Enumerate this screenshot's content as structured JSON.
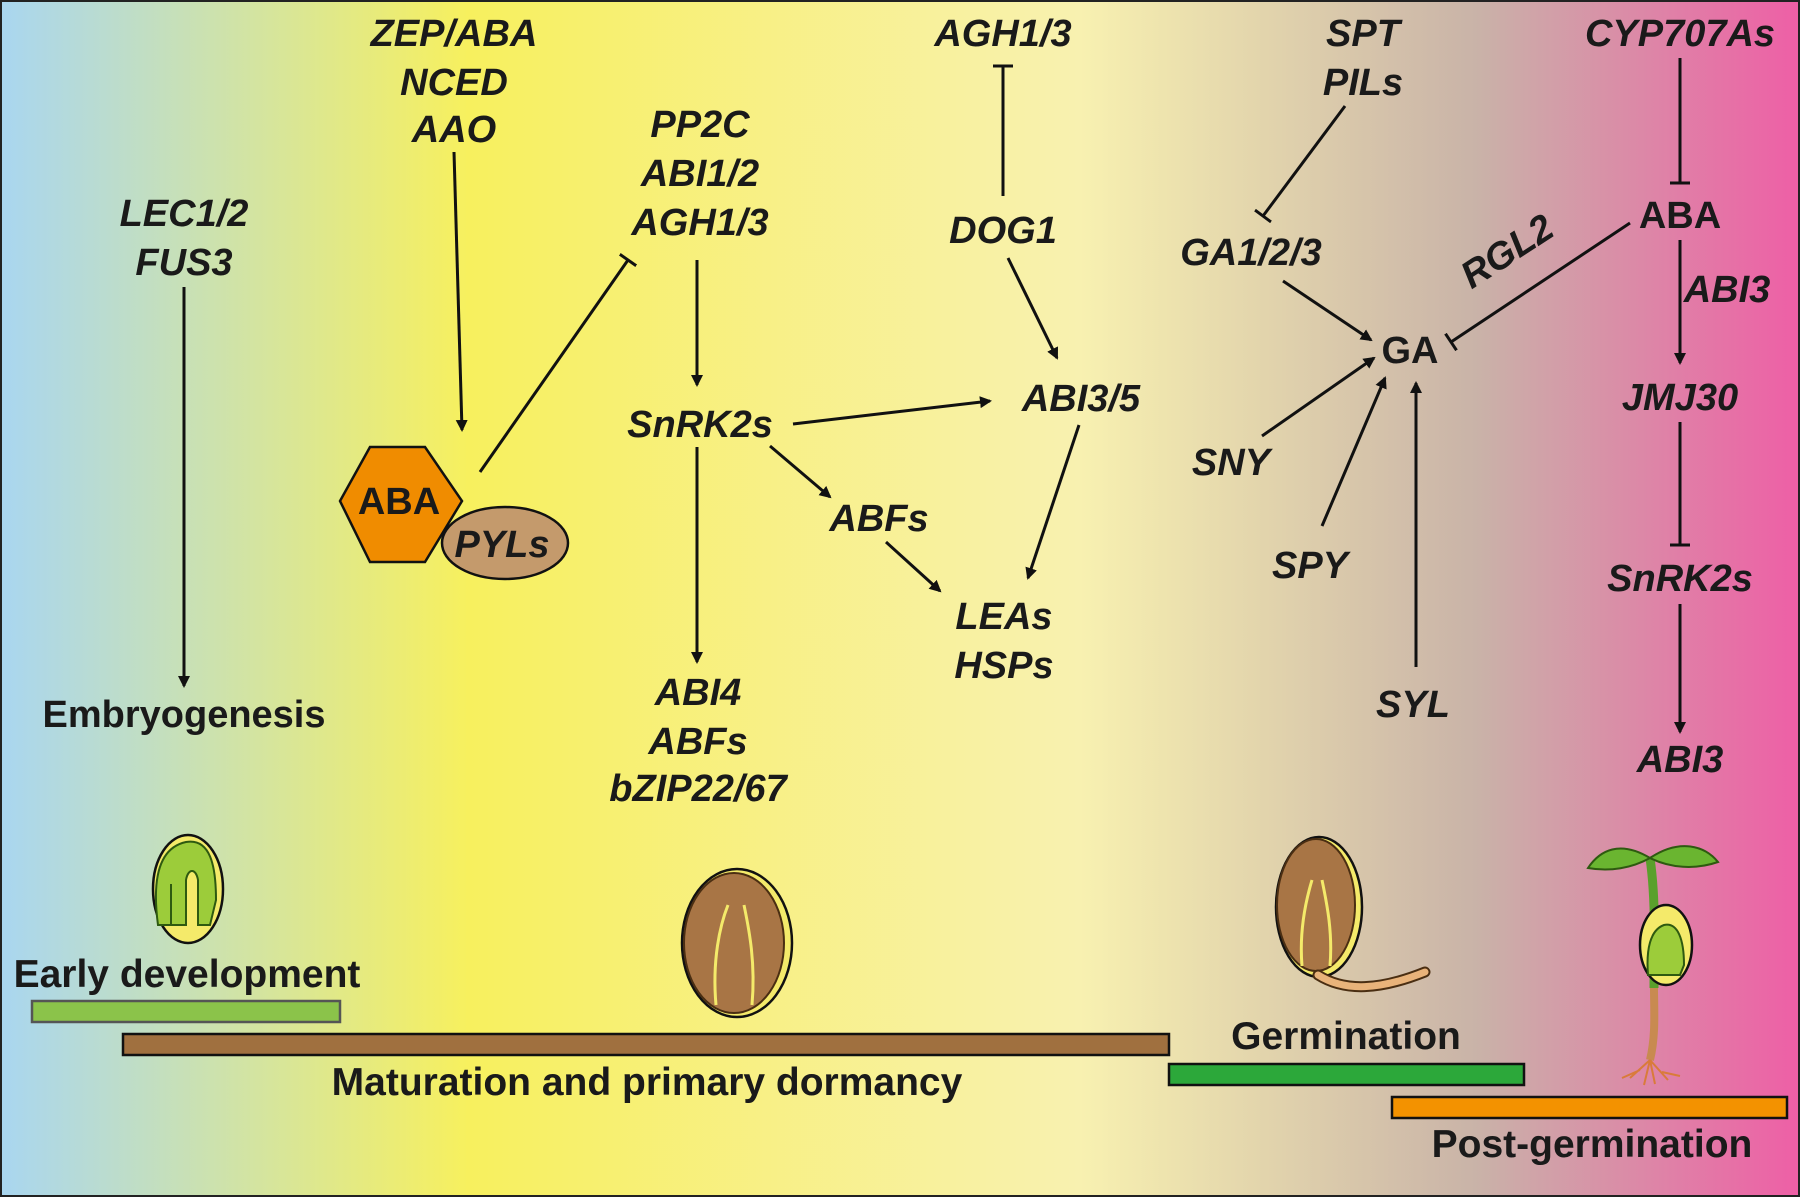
{
  "colors": {
    "background_stops": [
      "#a9d6f0",
      "#f7f05e",
      "#f8f1b0",
      "#c9b3a8",
      "#ee5fa6"
    ],
    "aba_hexagon": "#f08c00",
    "pyls_ellipse": "#c49a6c",
    "early_bar": "#8bc34a",
    "maturation_bar": "#a0703f",
    "germination_bar": "#2ca83a",
    "post_germination_bar": "#f39200"
  },
  "column1": {
    "lec": "LEC1/2",
    "fus": "FUS3",
    "outcome": "Embryogenesis"
  },
  "column2": {
    "zep": "ZEP/ABA",
    "nced": "NCED",
    "aao": "AAO",
    "aba": "ABA",
    "pyls": "PYLs"
  },
  "column3": {
    "pp2c": "PP2C",
    "abi12": "ABI1/2",
    "agh13": "AGH1/3",
    "snrk2s": "SnRK2s",
    "abi4": "ABI4",
    "abfs": "ABFs",
    "bzip": "bZIP22/67"
  },
  "column4": {
    "agh13": "AGH1/3",
    "dog1": "DOG1",
    "abi35": "ABI3/5",
    "abfs": "ABFs",
    "leas": "LEAs",
    "hsps": "HSPs"
  },
  "column5": {
    "spt": "SPT",
    "pils": "PILs",
    "ga123": "GA1/2/3",
    "ga": "GA",
    "rgl2": "RGL2",
    "sny": "SNY",
    "spy": "SPY",
    "syl": "SYL"
  },
  "column6": {
    "cyp": "CYP707As",
    "aba": "ABA",
    "abi3_edge": "ABI3",
    "jmj30": "JMJ30",
    "snrk2s": "SnRK2s",
    "abi3": "ABI3"
  },
  "stages": {
    "early": "Early development",
    "maturation": "Maturation and primary dormancy",
    "germination": "Germination",
    "post_germination": "Post-germination"
  }
}
